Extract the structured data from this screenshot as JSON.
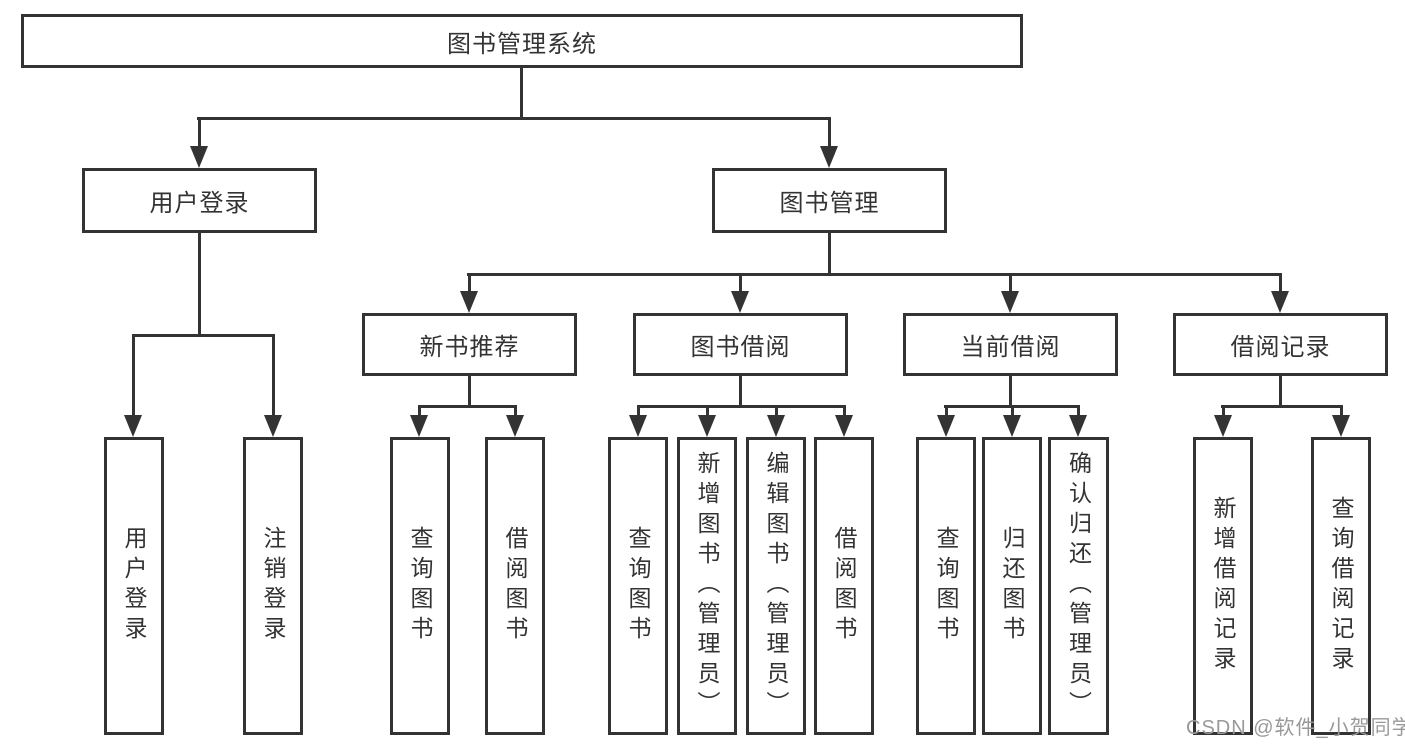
{
  "diagram_type": "hierarchy-tree",
  "colors": {
    "line": "#333333",
    "text": "#333333",
    "background": "#ffffff",
    "watermark": "#999999"
  },
  "tree": {
    "label": "图书管理系统",
    "children": [
      {
        "label": "用户登录",
        "children": [
          {
            "label": "用户登录"
          },
          {
            "label": "注销登录"
          }
        ]
      },
      {
        "label": "图书管理",
        "children": [
          {
            "label": "新书推荐",
            "children": [
              {
                "label": "查询图书"
              },
              {
                "label": "借阅图书"
              }
            ]
          },
          {
            "label": "图书借阅",
            "children": [
              {
                "label": "查询图书"
              },
              {
                "label": "新增图书（管理员）"
              },
              {
                "label": "编辑图书（管理员）"
              },
              {
                "label": "借阅图书"
              }
            ]
          },
          {
            "label": "当前借阅",
            "children": [
              {
                "label": "查询图书"
              },
              {
                "label": "归还图书"
              },
              {
                "label": "确认归还（管理员）"
              }
            ]
          },
          {
            "label": "借阅记录",
            "children": [
              {
                "label": "新增借阅记录"
              },
              {
                "label": "查询借阅记录"
              }
            ]
          }
        ]
      }
    ]
  },
  "watermark": {
    "text": "CSDN @软件_小贺同学"
  }
}
